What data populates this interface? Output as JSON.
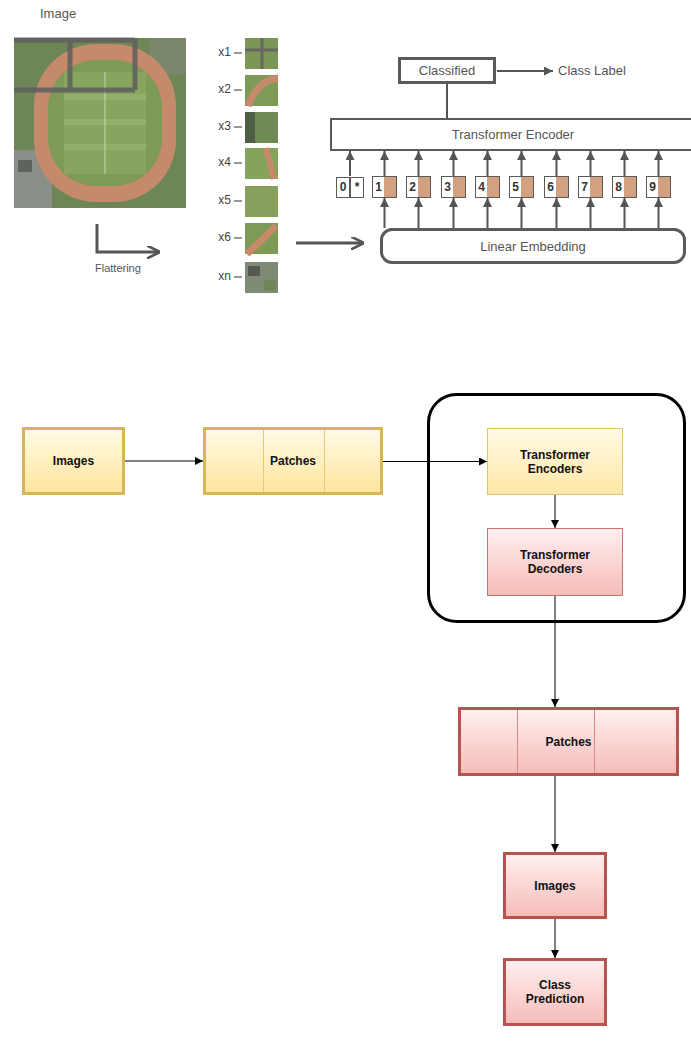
{
  "diagram": {
    "nodes": [
      {
        "text": [
          "Classified"
        ]
      },
      {
        "text": [
          "Transformer Encoder"
        ]
      },
      {
        "text": [
          "0",
          "*"
        ]
      },
      {
        "text": [
          "1"
        ]
      },
      {
        "text": [
          "2"
        ]
      },
      {
        "text": [
          "3"
        ]
      },
      {
        "text": [
          "4"
        ]
      },
      {
        "text": [
          "5"
        ]
      },
      {
        "text": [
          "6"
        ]
      },
      {
        "text": [
          "7"
        ]
      },
      {
        "text": [
          "8"
        ]
      },
      {
        "text": [
          "9"
        ]
      },
      {
        "text": [
          "Linear Embedding"
        ]
      },
      {
        "text": [
          "Images"
        ]
      },
      {
        "text": [
          "Patches"
        ]
      },
      {
        "text": [
          "Transformer Encoders"
        ]
      },
      {
        "text": [
          "Transformer Decoders"
        ]
      },
      {
        "text": [
          "Patches"
        ]
      },
      {
        "text": [
          "Images"
        ]
      },
      {
        "text": [
          "Class Prediction"
        ]
      }
    ],
    "edges": [
      {
        "from": 1,
        "to": 0,
        "arrow": "none"
      },
      {
        "from": 12,
        "to": 3,
        "arrow": "to"
      },
      {
        "from": 12,
        "to": 4,
        "arrow": "to"
      },
      {
        "from": 12,
        "to": 5,
        "arrow": "to"
      },
      {
        "from": 12,
        "to": 6,
        "arrow": "to"
      },
      {
        "from": 12,
        "to": 7,
        "arrow": "to"
      },
      {
        "from": 12,
        "to": 8,
        "arrow": "to"
      },
      {
        "from": 12,
        "to": 9,
        "arrow": "to"
      },
      {
        "from": 12,
        "to": 10,
        "arrow": "to"
      },
      {
        "from": 12,
        "to": 11,
        "arrow": "to"
      },
      {
        "from": 2,
        "to": 1,
        "arrow": "to"
      },
      {
        "from": 3,
        "to": 1,
        "arrow": "to"
      },
      {
        "from": 4,
        "to": 1,
        "arrow": "to"
      },
      {
        "from": 5,
        "to": 1,
        "arrow": "to"
      },
      {
        "from": 6,
        "to": 1,
        "arrow": "to"
      },
      {
        "from": 7,
        "to": 1,
        "arrow": "to"
      },
      {
        "from": 8,
        "to": 1,
        "arrow": "to"
      },
      {
        "from": 9,
        "to": 1,
        "arrow": "to"
      },
      {
        "from": 10,
        "to": 1,
        "arrow": "to"
      },
      {
        "from": 11,
        "to": 1,
        "arrow": "to"
      },
      {
        "from": 13,
        "to": 14,
        "arrow": "to"
      },
      {
        "from": 14,
        "to": 15,
        "arrow": "to"
      },
      {
        "from": 15,
        "to": 16,
        "arrow": "to"
      },
      {
        "from": 16,
        "to": 17,
        "arrow": "to"
      },
      {
        "from": 17,
        "to": 18,
        "arrow": "to"
      },
      {
        "from": 18,
        "to": 19,
        "arrow": "to"
      }
    ],
    "labels": [
      "Image",
      "x1",
      "x2",
      "x3",
      "x4",
      "x5",
      "x6",
      "xn",
      "Flattering",
      "Class Label"
    ]
  }
}
